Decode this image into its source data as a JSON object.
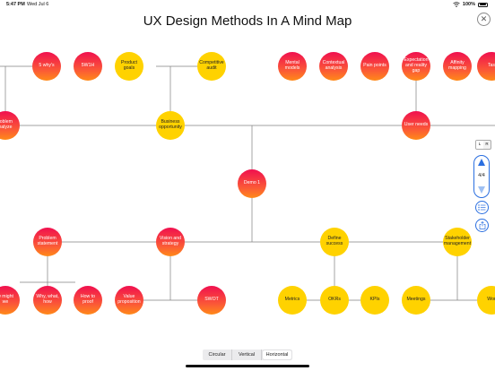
{
  "status_bar": {
    "time": "5:47 PM",
    "date": "Wed Jul 6",
    "battery": "100%",
    "wifi_icon": "wifi-icon",
    "battery_icon": "battery-icon"
  },
  "header": {
    "title": "UX Design Methods In A Mind Map",
    "close_icon": "close-icon",
    "close_glyph": "✕"
  },
  "colors": {
    "red_node_top": "#f0104f",
    "red_node_bottom": "#ff8a18",
    "yellow_node": "#ffd200",
    "connector": "#808080",
    "accent": "#2b6fe0"
  },
  "nodes": [
    {
      "id": "5whys",
      "label": "5 why's",
      "color": "red"
    },
    {
      "id": "5w1h",
      "label": "5W1H",
      "color": "red"
    },
    {
      "id": "product-goals",
      "label": "Product\ngoals",
      "color": "yellow"
    },
    {
      "id": "competitive-audit",
      "label": "Competitive\naudit",
      "color": "yellow"
    },
    {
      "id": "mental-models",
      "label": "Mental\nmodels",
      "color": "red"
    },
    {
      "id": "contextual-analysis",
      "label": "Contextual\nanalysis",
      "color": "red"
    },
    {
      "id": "pain-points",
      "label": "Pain points",
      "color": "red"
    },
    {
      "id": "expectation-gap",
      "label": "Expectation\nand reality\ngap",
      "color": "red"
    },
    {
      "id": "affinity-mapping",
      "label": "Affinity\nmapping",
      "color": "red"
    },
    {
      "id": "tas",
      "label": "Tas",
      "color": "red"
    },
    {
      "id": "problem-analyze",
      "label": "roblem\nnalyze",
      "color": "red"
    },
    {
      "id": "business-opportunity",
      "label": "Business\nopportunity",
      "color": "yellow"
    },
    {
      "id": "user-needs",
      "label": "User needs",
      "color": "red"
    },
    {
      "id": "demo-1",
      "label": "Demo 1",
      "color": "red"
    },
    {
      "id": "problem-statement",
      "label": "Problem\nstatement",
      "color": "red"
    },
    {
      "id": "vision-strategy",
      "label": "Vision and\nstrategy",
      "color": "red"
    },
    {
      "id": "define-success",
      "label": "Define\nsuccess",
      "color": "yellow"
    },
    {
      "id": "stakeholder-management",
      "label": "Stakeholder\nmanagement",
      "color": "yellow"
    },
    {
      "id": "how-might-we",
      "label": "w might\nwe",
      "color": "red"
    },
    {
      "id": "why-what-how",
      "label": "Why, what,\nhow",
      "color": "red"
    },
    {
      "id": "how-to-proof",
      "label": "How to proof",
      "color": "red"
    },
    {
      "id": "value-proposition",
      "label": "Value\nproposition",
      "color": "red"
    },
    {
      "id": "swot",
      "label": "SWOT",
      "color": "red"
    },
    {
      "id": "metrics",
      "label": "Metrics",
      "color": "yellow"
    },
    {
      "id": "okrs",
      "label": "OKRs",
      "color": "yellow"
    },
    {
      "id": "kpis",
      "label": "KPIs",
      "color": "yellow"
    },
    {
      "id": "meetings",
      "label": "Meetings",
      "color": "yellow"
    },
    {
      "id": "wor",
      "label": "Wor",
      "color": "yellow"
    }
  ],
  "navigator": {
    "counter": "4/4",
    "up_icon": "chevron-up-icon",
    "down_icon": "chevron-down-icon",
    "list_icon": "list-icon",
    "share_icon": "share-icon",
    "layout_left": "L",
    "layout_right": "R"
  },
  "layout_modes": {
    "options": [
      "Circular",
      "Vertical",
      "Horizontal"
    ],
    "selected": "Horizontal"
  }
}
